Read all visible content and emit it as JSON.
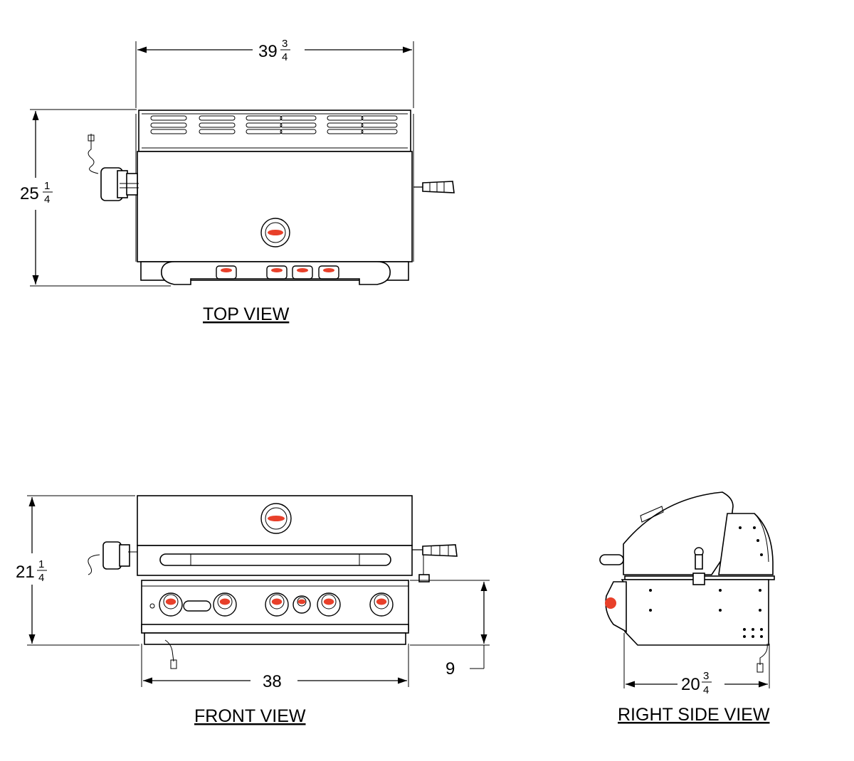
{
  "dimensions": {
    "top_width": {
      "whole": "39",
      "num": "3",
      "den": "4"
    },
    "top_depth": {
      "whole": "25",
      "num": "1",
      "den": "4"
    },
    "front_height": {
      "whole": "21",
      "num": "1",
      "den": "4"
    },
    "front_width": {
      "whole": "38"
    },
    "front_panel_height": {
      "whole": "9"
    },
    "side_depth": {
      "whole": "20",
      "num": "3",
      "den": "4"
    }
  },
  "views": {
    "top": "TOP VIEW",
    "front": "FRONT VIEW",
    "side": "RIGHT SIDE VIEW"
  },
  "colors": {
    "line": "#000000",
    "accent": "#e8402a",
    "background": "#ffffff"
  }
}
